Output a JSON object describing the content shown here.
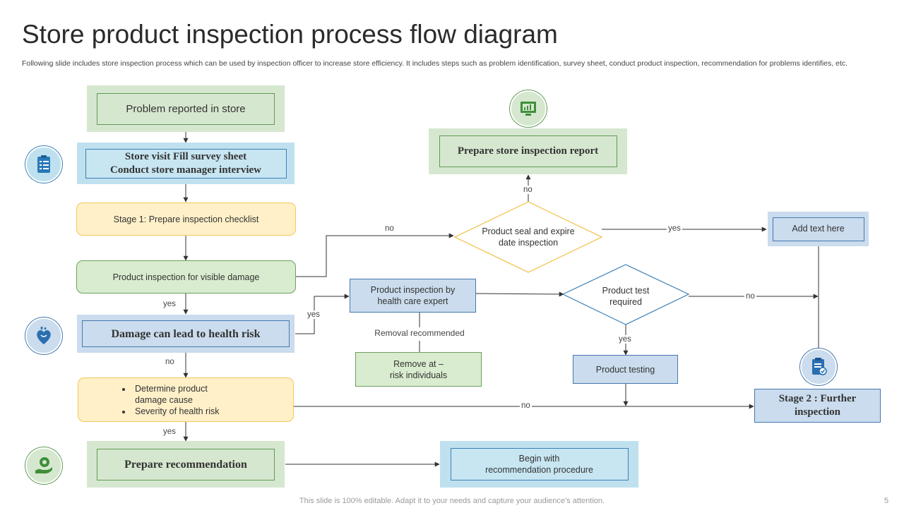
{
  "header": {
    "title": "Store product inspection process flow diagram",
    "subtitle": "Following slide includes store inspection process which can be used by inspection officer to increase store efficiency. It includes steps such as problem identification, survey sheet, conduct product inspection, recommendation for problems identifies, etc."
  },
  "nodes": {
    "problem_reported": "Problem reported in store",
    "store_visit_line1": "Store visit Fill survey sheet",
    "store_visit_line2": "Conduct store manager interview",
    "stage1": "Stage 1: Prepare  inspection checklist",
    "visible_damage": "Product inspection for visible damage",
    "health_risk": "Damage can lead to health risk",
    "determine_items": [
      "Determine product damage cause",
      "Severity  of health risk"
    ],
    "prepare_recommendation": "Prepare recommendation",
    "begin_line1": "Begin with",
    "begin_line2": "recommendation  procedure",
    "prepare_report": "Prepare store inspection report",
    "seal_line1": "Product seal and expire",
    "seal_line2": "date inspection",
    "health_expert_line1": "Product inspection by",
    "health_expert_line2": "health care expert",
    "removal_recommended": "Removal recommended",
    "remove_line1": "Remove  at –",
    "remove_line2": "risk individuals",
    "test_required_line1": "Product test",
    "test_required_line2": "required",
    "product_testing": "Product testing",
    "add_text": "Add text here",
    "stage2_line1": "Stage 2 : Further",
    "stage2_line2": "inspection"
  },
  "edge_labels": {
    "yes_visible": "yes",
    "no_health": "no",
    "yes_determine": "yes",
    "yes_expert": "yes",
    "no_seal": "no",
    "no_report": "no",
    "yes_addtext": "yes",
    "no_test": "no",
    "yes_testing": "yes",
    "no_stage2": "no"
  },
  "icons": {
    "checklist": "clipboard-checklist-icon",
    "health": "heart-organ-icon",
    "recommendation": "hand-with-coin-icon",
    "report": "monitor-chart-icon",
    "stage2": "clipboard-check-icon"
  },
  "colors": {
    "green_fill": "#d6e7cf",
    "green_border": "#5f9b55",
    "blue_fill": "#c7e6f2",
    "blue_border": "#3b7fb5",
    "yellow_fill": "#fff0c8",
    "yellow_border": "#f3c85e"
  },
  "footer": {
    "note": "This slide is 100% editable. Adapt it to your needs and capture your audience’s attention.",
    "page": "5"
  }
}
